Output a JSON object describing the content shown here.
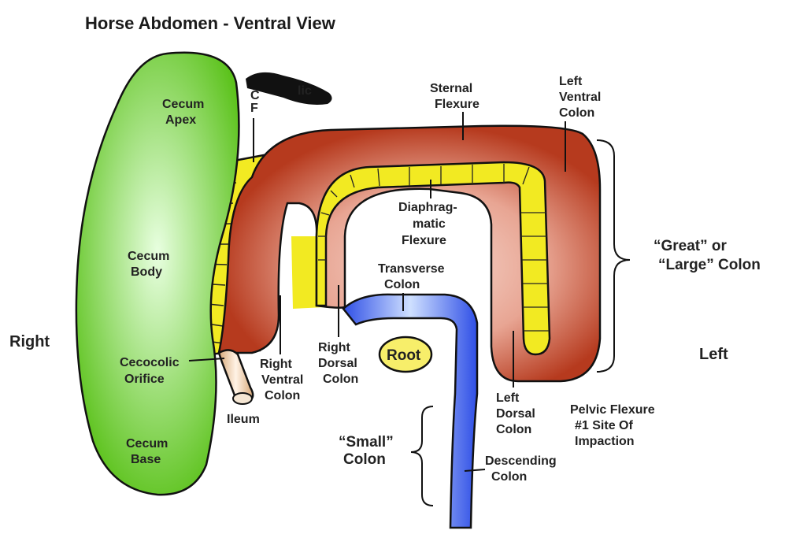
{
  "title": "Horse Abdomen - Ventral View",
  "orientation": {
    "right": "Right",
    "left": "Left"
  },
  "labels": {
    "cecum_apex": [
      "Cecum",
      "Apex"
    ],
    "cecum_body": [
      "Cecum",
      "Body"
    ],
    "cecum_base": [
      "Cecum",
      "Base"
    ],
    "cecocolic_orifice": [
      "Cecocolic",
      "Orifice"
    ],
    "ileum": "Ileum",
    "cecocolic_fold_partial": [
      "C",
      "lic",
      "F"
    ],
    "sternal_flexure": [
      "Sternal",
      "Flexure"
    ],
    "left_ventral_colon": [
      "Left",
      "Ventral",
      "Colon"
    ],
    "diaphragmatic_flexure": [
      "Diaphrag-",
      "matic",
      "Flexure"
    ],
    "transverse_colon": [
      "Transverse",
      "Colon"
    ],
    "right_ventral_colon": [
      "Right",
      "Ventral",
      "Colon"
    ],
    "right_dorsal_colon": [
      "Right",
      "Dorsal",
      "Colon"
    ],
    "root": "Root",
    "left_dorsal_colon": [
      "Left",
      "Dorsal",
      "Colon"
    ],
    "pelvic_flexure": [
      "Pelvic Flexure",
      "#1 Site Of",
      "Impaction"
    ],
    "great_colon": [
      "“Great” or",
      "“Large” Colon"
    ],
    "small_colon": [
      "“Small”",
      "Colon"
    ],
    "descending_colon": [
      "Descending",
      "Colon"
    ]
  },
  "colors": {
    "cecum": "#5cc21c",
    "cecum_light": "#e8ffe0",
    "large_colon": "#b63a1e",
    "large_colon_light": "#f6d9cf",
    "fold": "#f2ea22",
    "small_colon": "#2f4fe6",
    "small_colon_light": "#cfe0ff",
    "root": "#f7ee6a",
    "ileum": "#d8a878",
    "redaction": "#111111"
  }
}
